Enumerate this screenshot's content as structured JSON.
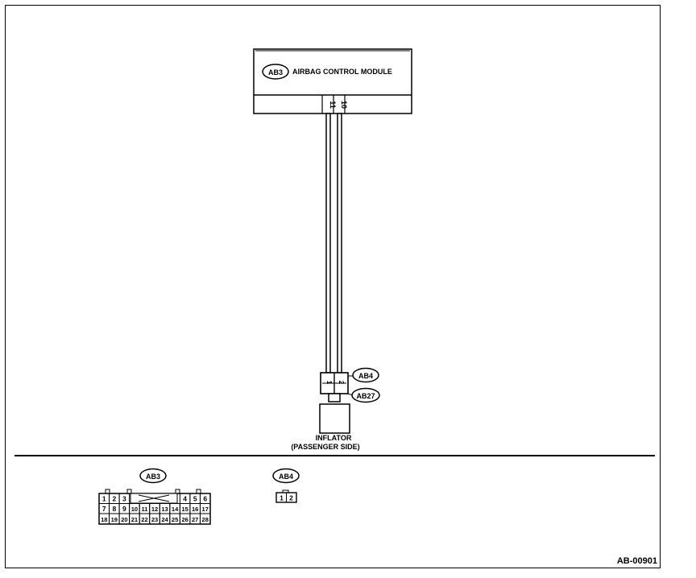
{
  "module": {
    "tag": "AB3",
    "name": "AIRBAG CONTROL MODULE",
    "pins": [
      "11",
      "10"
    ]
  },
  "inflator": {
    "connector_tags": [
      "AB4",
      "AB27"
    ],
    "pins": [
      "1",
      "2"
    ],
    "label_line1": "INFLATOR",
    "label_line2": "(PASSENGER SIDE)"
  },
  "connector_views": {
    "ab3": {
      "tag": "AB3",
      "row1_left": [
        "1",
        "2",
        "3"
      ],
      "row1_right": [
        "4",
        "5",
        "6"
      ],
      "row2": [
        "7",
        "8",
        "9",
        "10",
        "11",
        "12",
        "13",
        "14",
        "15",
        "16",
        "17"
      ],
      "row3": [
        "18",
        "19",
        "20",
        "21",
        "22",
        "23",
        "24",
        "25",
        "26",
        "27",
        "28"
      ]
    },
    "ab4": {
      "tag": "AB4",
      "pins": [
        "1",
        "2"
      ]
    }
  },
  "doc_id": "AB-00901"
}
